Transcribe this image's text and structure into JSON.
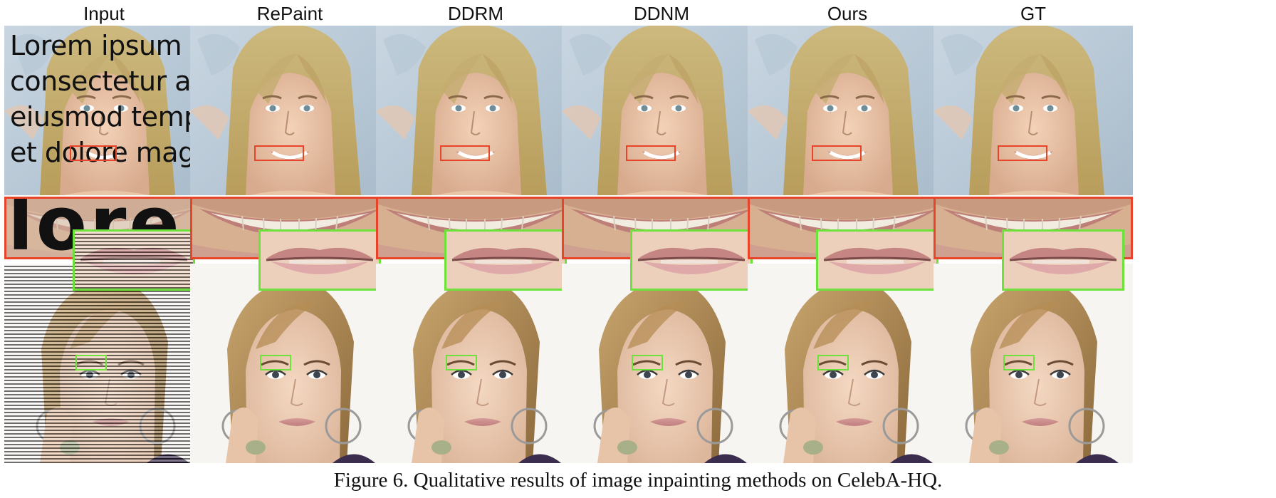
{
  "columns": [
    {
      "header": "Input"
    },
    {
      "header": "RePaint"
    },
    {
      "header": "DDRM"
    },
    {
      "header": "DDNM"
    },
    {
      "header": "Ours"
    },
    {
      "header": "GT"
    }
  ],
  "input_overlay_text": [
    "Lorem ipsum d",
    "consectetur ad",
    "eiusmod temp",
    "et dolore magr"
  ],
  "input_zoom_text": "lore",
  "caption": "Figure 6. Qualitative results of image inpainting methods on CelebA-HQ.",
  "colors": {
    "red_box": "#e8442a",
    "green_box": "#6de23a"
  }
}
